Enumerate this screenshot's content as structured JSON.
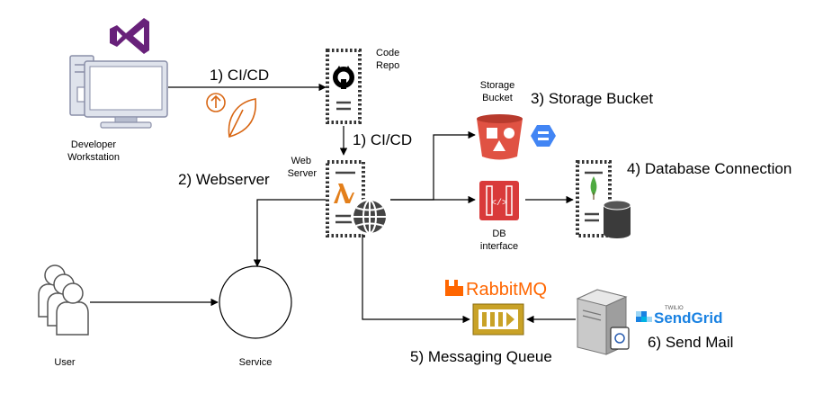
{
  "developer": {
    "line1": "Developer",
    "line2": "Workstation"
  },
  "code_repo": {
    "line1": "Code",
    "line2": "Repo"
  },
  "web_server": {
    "line1": "Web",
    "line2": "Server"
  },
  "storage": {
    "line1": "Storage",
    "line2": "Bucket"
  },
  "db_interface": {
    "line1": "DB",
    "line2": "interface"
  },
  "user": {
    "label": "User"
  },
  "service": {
    "label": "Service"
  },
  "rabbitmq": {
    "label": "RabbitMQ"
  },
  "sendgrid": {
    "brand_top": "TWILIO",
    "brand": "SendGrid"
  },
  "steps": {
    "cicd_1": "1) CI/CD",
    "cicd_2": "1) CI/CD",
    "webserver": "2) Webserver",
    "storage_bucket": "3) Storage Bucket",
    "database_connection": "4) Database Connection",
    "messaging_queue": "5) Messaging Queue",
    "send_mail": "6) Send Mail"
  },
  "colors": {
    "visual_studio": "#68217A",
    "cicd_icon": "#D86613",
    "storage_red": "#E05243",
    "gcp_blue": "#4285F4",
    "db_interface_red": "#D93A3A",
    "lambda_orange": "#E37F1B",
    "mongo_green": "#4FAA41",
    "rabbitmq_orange": "#F60",
    "queue_gold": "#C9A227",
    "sendgrid_blue": "#1A82E2"
  },
  "icons": [
    "visual-studio-icon",
    "workstation-icon",
    "github-icon",
    "lambda-icon",
    "globe-icon",
    "s3-bucket-icon",
    "gcp-storage-icon",
    "api-gateway-icon",
    "mongodb-icon",
    "database-icon",
    "users-icon",
    "queue-icon",
    "mail-server-icon"
  ]
}
